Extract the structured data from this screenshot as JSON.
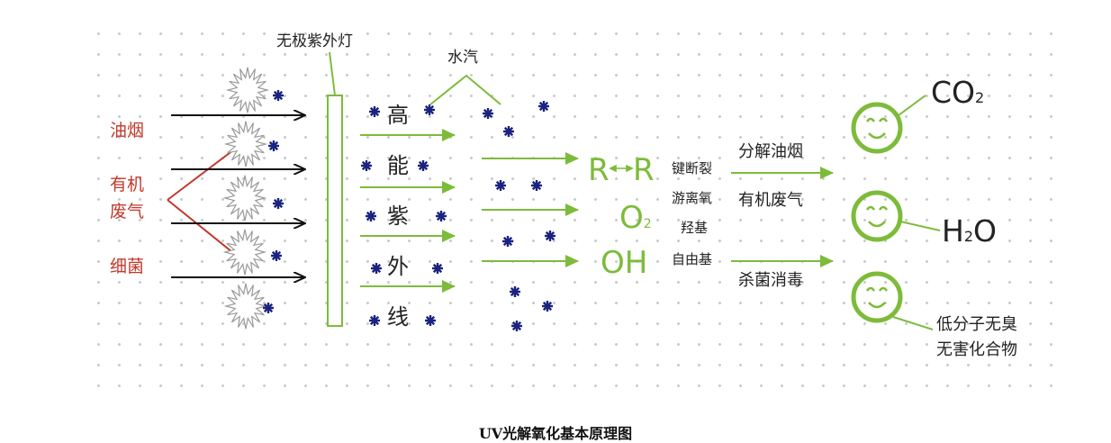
{
  "caption": "UV光解氧化基本原理图",
  "labels": {
    "uv_lamp": "无极紫外灯",
    "water_vapor": "水汽",
    "inputs": [
      "油烟",
      "有机",
      "废气",
      "细菌"
    ],
    "uv_chars": [
      "高",
      "能",
      "紫",
      "外",
      "线"
    ],
    "radical_rr_left": "R",
    "radical_rr_right": "R",
    "radical_o2": "O",
    "radical_o2_sub": "2",
    "radical_oh": "OH",
    "reactions": [
      "键断裂",
      "游离氧",
      "羟基",
      "自由基"
    ],
    "process_top": [
      "分解油烟",
      "有机废气"
    ],
    "process_bottom": "杀菌消毒",
    "out_co2": "CO",
    "out_co2_sub": "2",
    "out_h2o_h": "H",
    "out_h2o_sub": "2",
    "out_h2o_o": "O",
    "out_low1": "低分子无臭",
    "out_low2": "无害化合物"
  },
  "colors": {
    "green": "#7dbb3a",
    "red": "#c0392b",
    "star": "#1a237e",
    "arrow_black": "#111111"
  }
}
